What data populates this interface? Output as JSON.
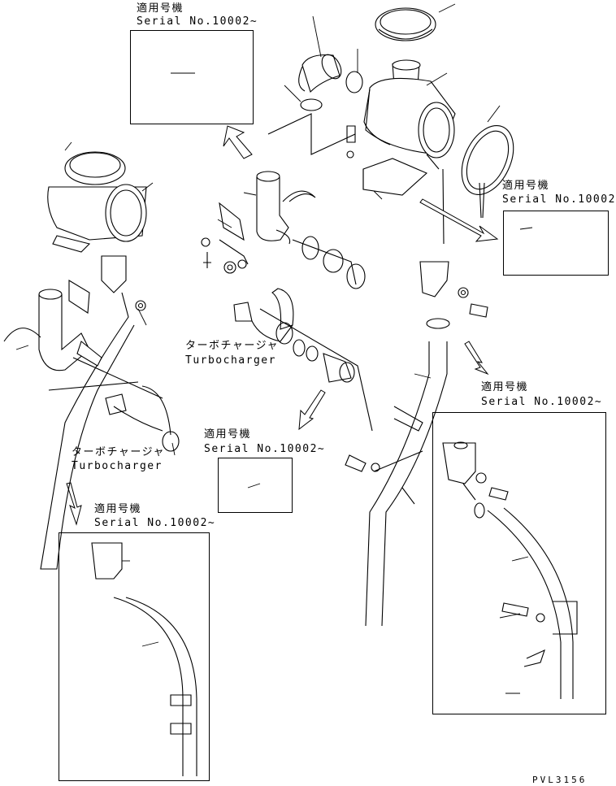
{
  "drawing_code": "PVL3156",
  "applicability_notes": [
    {
      "jp": "適用号機",
      "serial": "Serial No.10002~"
    },
    {
      "jp": "適用号機",
      "serial": "Serial No.10002~"
    },
    {
      "jp": "適用号機",
      "serial": "Serial No.10002~"
    },
    {
      "jp": "適用号機",
      "serial": "Serial No.10002~"
    },
    {
      "jp": "適用号機",
      "serial": "Serial No.10002~"
    }
  ],
  "turbo_labels": [
    {
      "jp": "ターボチャージャ",
      "en": "Turbocharger"
    },
    {
      "jp": "ターボチャージャ",
      "en": "Turbocharger"
    }
  ],
  "colors": {
    "line": "#000000",
    "background": "#ffffff"
  }
}
